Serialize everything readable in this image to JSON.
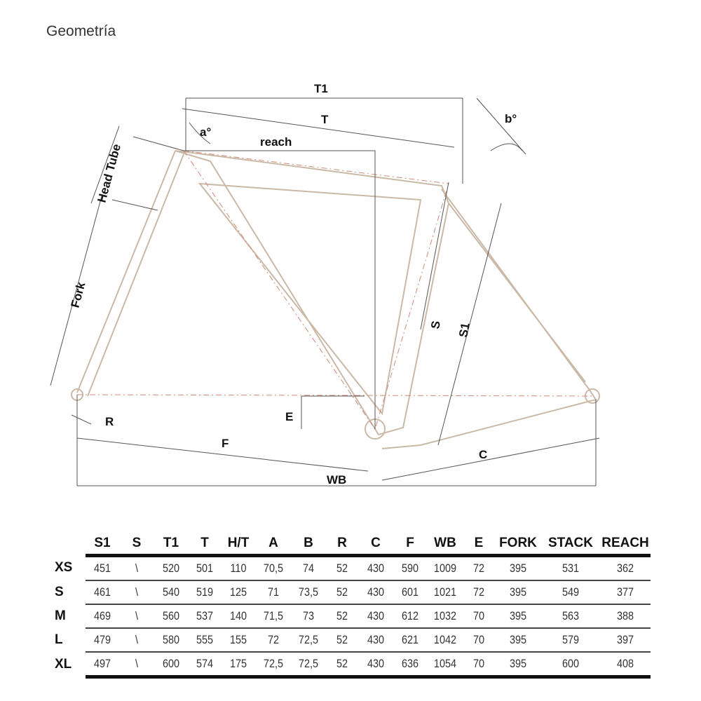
{
  "title": "Geometría",
  "diagram": {
    "labels": {
      "t1": "T1",
      "t": "T",
      "reach": "reach",
      "a": "a°",
      "b": "b°",
      "head_tube": "Head Tube",
      "fork": "Fork",
      "s": "S",
      "s1": "S1",
      "e": "E",
      "r": "R",
      "f": "F",
      "c": "C",
      "wb": "WB"
    },
    "colors": {
      "frame": "#c9b9a6",
      "dim": "#555555",
      "center": "#d08a7a"
    }
  },
  "table": {
    "headers": [
      "S1",
      "S",
      "T1",
      "T",
      "H/T",
      "A",
      "B",
      "R",
      "C",
      "F",
      "WB",
      "E",
      "FORK",
      "STACK",
      "REACH"
    ],
    "rows": [
      {
        "size": "XS",
        "values": [
          "451",
          "\\",
          "520",
          "501",
          "110",
          "70,5",
          "74",
          "52",
          "430",
          "590",
          "1009",
          "72",
          "395",
          "531",
          "362"
        ]
      },
      {
        "size": "S",
        "values": [
          "461",
          "\\",
          "540",
          "519",
          "125",
          "71",
          "73,5",
          "52",
          "430",
          "601",
          "1021",
          "72",
          "395",
          "549",
          "377"
        ]
      },
      {
        "size": "M",
        "values": [
          "469",
          "\\",
          "560",
          "537",
          "140",
          "71,5",
          "73",
          "52",
          "430",
          "612",
          "1032",
          "70",
          "395",
          "563",
          "388"
        ]
      },
      {
        "size": "L",
        "values": [
          "479",
          "\\",
          "580",
          "555",
          "155",
          "72",
          "72,5",
          "52",
          "430",
          "621",
          "1042",
          "70",
          "395",
          "579",
          "397"
        ]
      },
      {
        "size": "XL",
        "values": [
          "497",
          "\\",
          "600",
          "574",
          "175",
          "72,5",
          "72,5",
          "52",
          "430",
          "636",
          "1054",
          "70",
          "395",
          "600",
          "408"
        ]
      }
    ]
  }
}
